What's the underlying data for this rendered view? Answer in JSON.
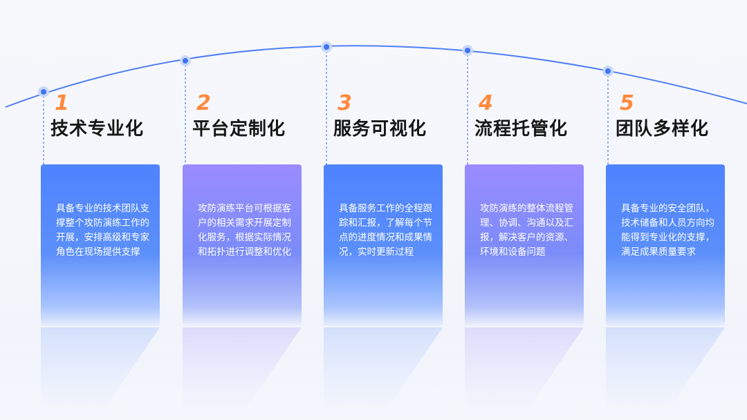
{
  "items": [
    {
      "number": "1",
      "title": "技术专业化",
      "description": "具备专业的技术团队支撑整个攻防演练工作的开展，安排高级和专家角色在现场提供支撑"
    },
    {
      "number": "2",
      "title": "平台定制化",
      "description": "攻防演练平台可根据客户的相关需求开展定制化服务，根据实际情况和拓扑进行调整和优化"
    },
    {
      "number": "3",
      "title": "服务可视化",
      "description": "具备服务工作的全程跟踪和汇报，了解每个节点的进度情况和成果情况，实时更新过程"
    },
    {
      "number": "4",
      "title": "流程托管化",
      "description": "攻防演练的整体流程管理、协调、沟通以及汇报，解决客户的资源、环境和设备问题"
    },
    {
      "number": "5",
      "title": "团队多样化",
      "description": "具备专业的安全团队，技术储备和人员方向均能得到专业化的支撑，满足成果质量要求"
    }
  ],
  "colors": {
    "accent_number": "#ff8a3d",
    "card_blue": "#4f83ff",
    "card_purple": "#9a8bff",
    "arc_line": "#4f7ff5",
    "title_text": "#161616"
  }
}
